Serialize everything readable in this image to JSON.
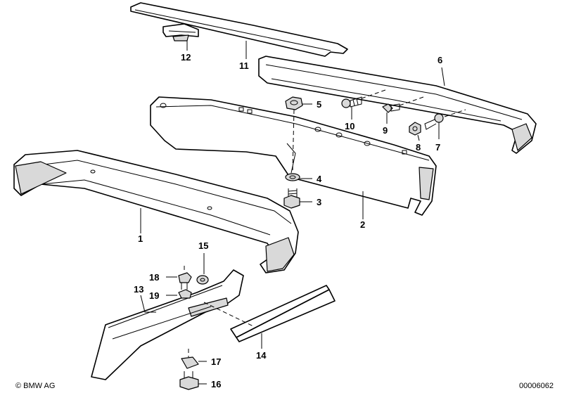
{
  "callouts": {
    "c1": "1",
    "c2": "2",
    "c3": "3",
    "c4": "4",
    "c5": "5",
    "c6": "6",
    "c7": "7",
    "c8": "8",
    "c9": "9",
    "c10": "10",
    "c11": "11",
    "c12": "12",
    "c13": "13",
    "c14": "14",
    "c15": "15",
    "c16": "16",
    "c17": "17",
    "c18": "18",
    "c19": "19"
  },
  "copyright": "© BMW AG",
  "diagram_number": "00006062"
}
